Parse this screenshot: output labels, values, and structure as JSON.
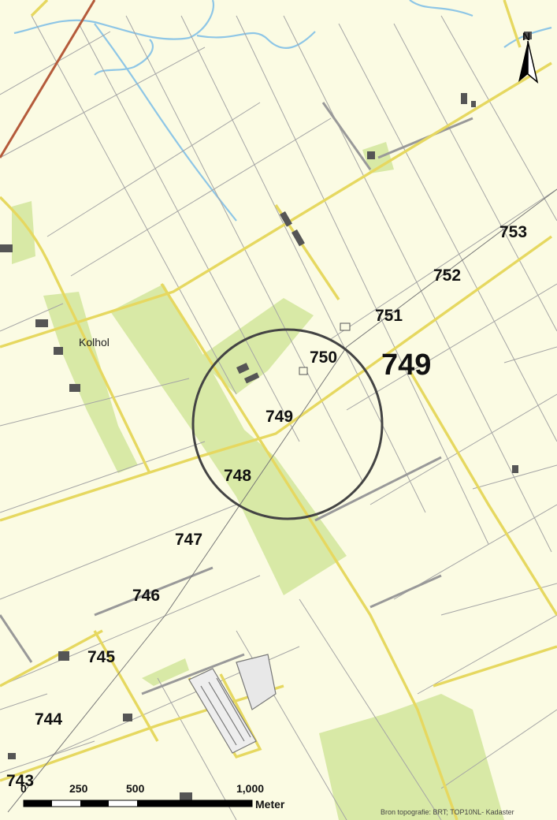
{
  "map": {
    "place_name": "Kolhol",
    "highlight_label": "749",
    "kilometer_markers": [
      {
        "id": "743",
        "label": "743"
      },
      {
        "id": "744",
        "label": "744"
      },
      {
        "id": "745",
        "label": "745"
      },
      {
        "id": "746",
        "label": "746"
      },
      {
        "id": "747",
        "label": "747"
      },
      {
        "id": "748",
        "label": "748"
      },
      {
        "id": "749",
        "label": "749"
      },
      {
        "id": "750",
        "label": "750"
      },
      {
        "id": "751",
        "label": "751"
      },
      {
        "id": "752",
        "label": "752"
      },
      {
        "id": "753",
        "label": "753"
      }
    ],
    "north_arrow": {
      "letter": "N",
      "icon": "north-arrow-icon"
    },
    "scale_bar": {
      "labels": [
        "0",
        "250",
        "500",
        "1,000"
      ],
      "unit": "Meter"
    },
    "credit": "Bron topografie: BRT; TOP10NL- Kadaster",
    "colors": {
      "background": "#fbfbe3",
      "meadow_green": "#d8e9a6",
      "road_yellow": "#e6d860",
      "water_blue": "#8ec6e6",
      "field_line": "#9a9a9a",
      "rail_red": "#b55b3b",
      "circle": "#444444"
    }
  }
}
